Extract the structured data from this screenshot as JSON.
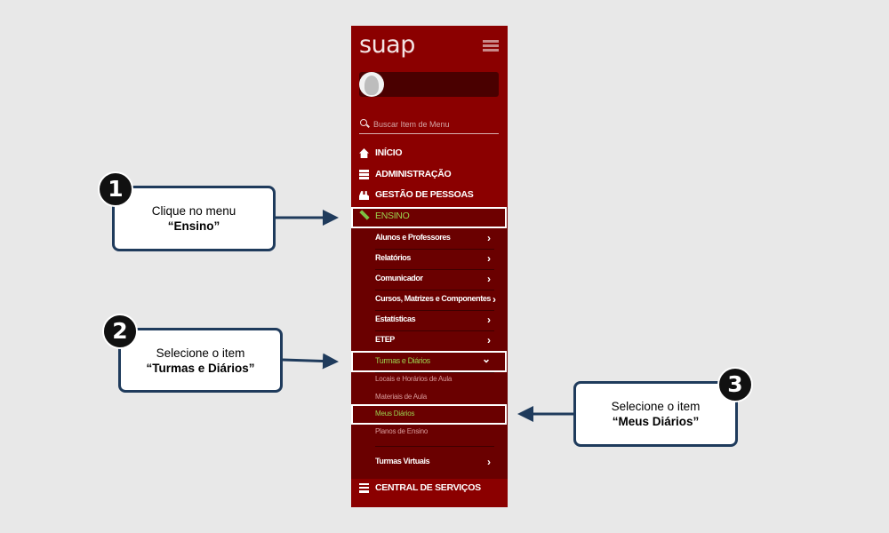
{
  "app": {
    "brand": "suap",
    "search_placeholder": "Buscar Item de Menu"
  },
  "menu": {
    "items": [
      {
        "label": "INÍCIO",
        "icon": "home-icon"
      },
      {
        "label": "ADMINISTRAÇÃO",
        "icon": "admin-icon"
      },
      {
        "label": "GESTÃO DE PESSOAS",
        "icon": "people-icon"
      },
      {
        "label": "ENSINO",
        "icon": "pencil-icon"
      }
    ],
    "ensino_sub": [
      {
        "label": "Alunos e Professores",
        "chevron": "›"
      },
      {
        "label": "Relatórios",
        "chevron": "›"
      },
      {
        "label": "Comunicador",
        "chevron": "›"
      },
      {
        "label": "Cursos, Matrizes e Componentes",
        "chevron": "›"
      },
      {
        "label": "Estatísticas",
        "chevron": "›"
      },
      {
        "label": "ETEP",
        "chevron": "›"
      },
      {
        "label": "Turmas e Diários",
        "chevron": "⌄"
      }
    ],
    "turmas_leaves": [
      {
        "label": "Locais e Horários de Aula"
      },
      {
        "label": "Materiais de Aula"
      },
      {
        "label": "Meus Diários"
      },
      {
        "label": "Planos de Ensino"
      }
    ],
    "turmas_virtuais": {
      "label": "Turmas Virtuais",
      "chevron": "›"
    },
    "bottom": [
      {
        "label": "CENTRAL DE SERVIÇOS",
        "icon": "list-icon"
      }
    ]
  },
  "callouts": [
    {
      "number": "1",
      "line1": "Clique no menu",
      "line2": "“Ensino”"
    },
    {
      "number": "2",
      "line1": "Selecione o item",
      "line2": "“Turmas e Diários”"
    },
    {
      "number": "3",
      "line1": "Selecione o item",
      "line2": "“Meus Diários”"
    }
  ],
  "colors": {
    "sidebar": "#8b0000",
    "submenu": "#6a0000",
    "active_text": "#9bd14e",
    "callout_border": "#1f3b5c",
    "background": "#e8e8e8"
  }
}
